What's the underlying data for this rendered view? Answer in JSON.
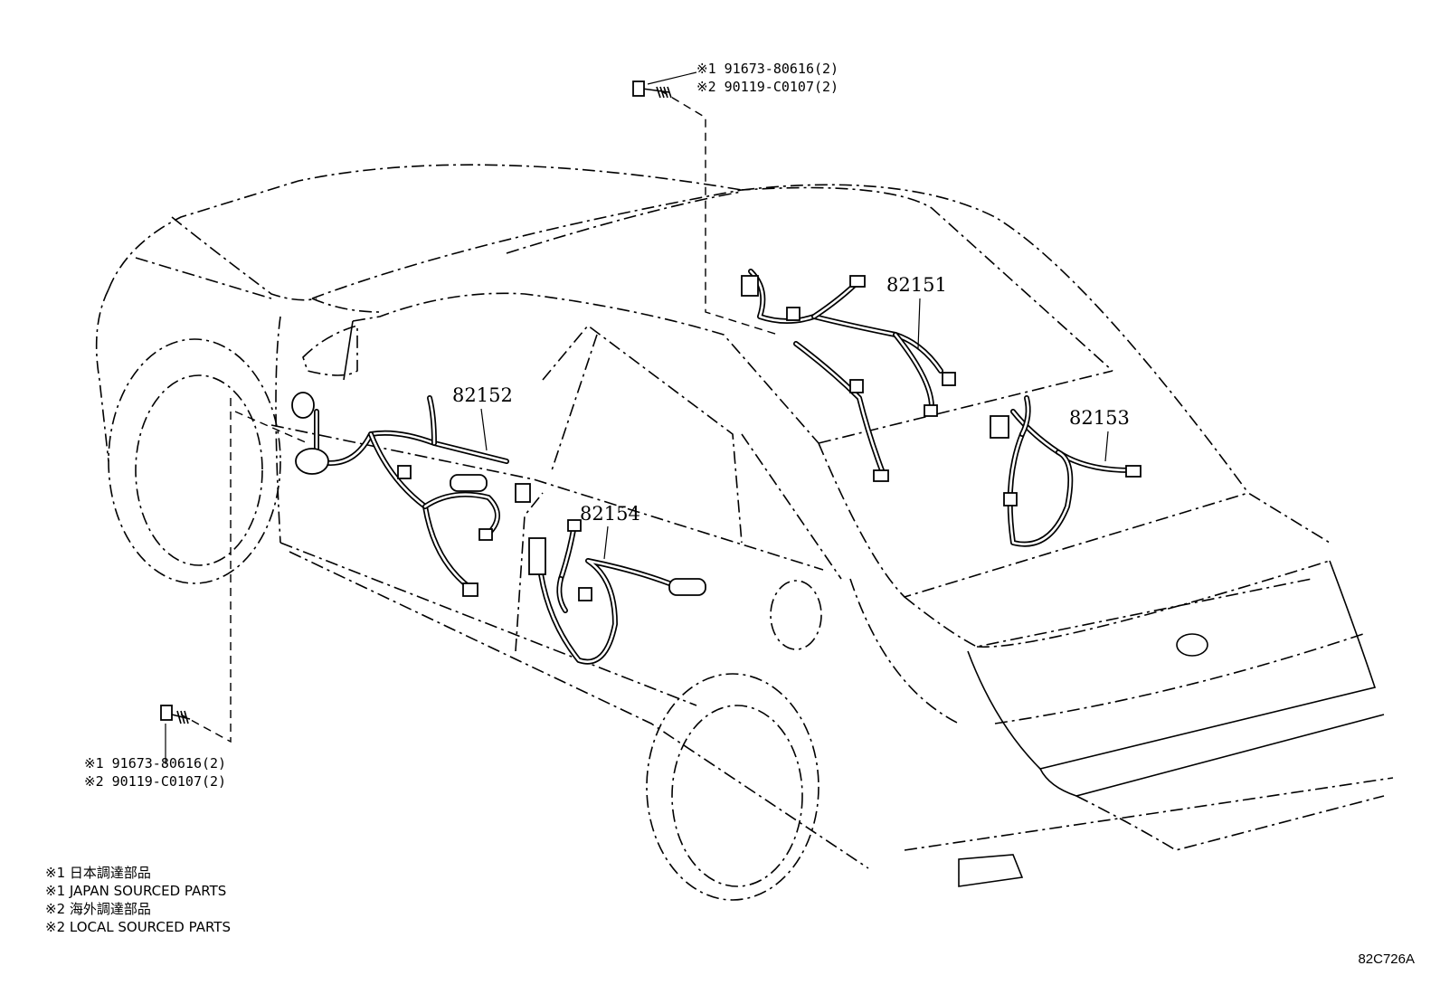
{
  "part_labels": {
    "p82151": "82151",
    "p82152": "82152",
    "p82153": "82153",
    "p82154": "82154"
  },
  "bolt_top": {
    "line1": "※1 91673-80616(2)",
    "line2": "※2 90119-C0107(2)"
  },
  "bolt_bottom": {
    "line1": "※1 91673-80616(2)",
    "line2": "※2 90119-C0107(2)"
  },
  "legend": [
    "※1 日本調達部品",
    "※1 JAPAN SOURCED PARTS",
    "※2 海外調達部品",
    "※2 LOCAL SOURCED PARTS"
  ],
  "diagram_code": "82C726A"
}
